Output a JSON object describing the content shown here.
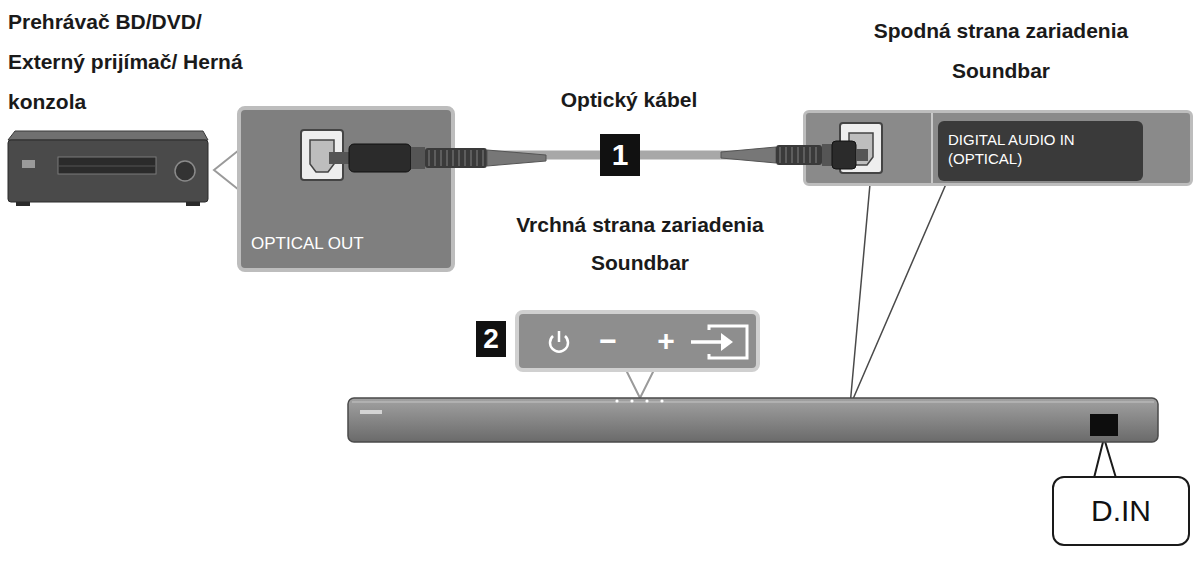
{
  "diagram": {
    "nodes": [
      {
        "text": [
          "OPTICAL OUT"
        ]
      },
      {
        "text": [
          "Spodná strana zariadenia Soundbar"
        ]
      },
      {
        "text": [
          "DIGITAL AUDIO IN (OPTICAL)"
        ],
        "in": 1
      },
      {
        "text": [
          "−",
          "+"
        ]
      },
      {
        "text": [
          "D.IN"
        ]
      }
    ],
    "edges": [
      {
        "from": 0,
        "to": 1,
        "arrow": "none",
        "label": "Optický kábel"
      }
    ],
    "labels": [
      "Prehrávač BD/DVD/ Externý prijímač/ Herná konzola",
      "1",
      "Vrchná strana zariadenia Soundbar",
      "2"
    ]
  }
}
